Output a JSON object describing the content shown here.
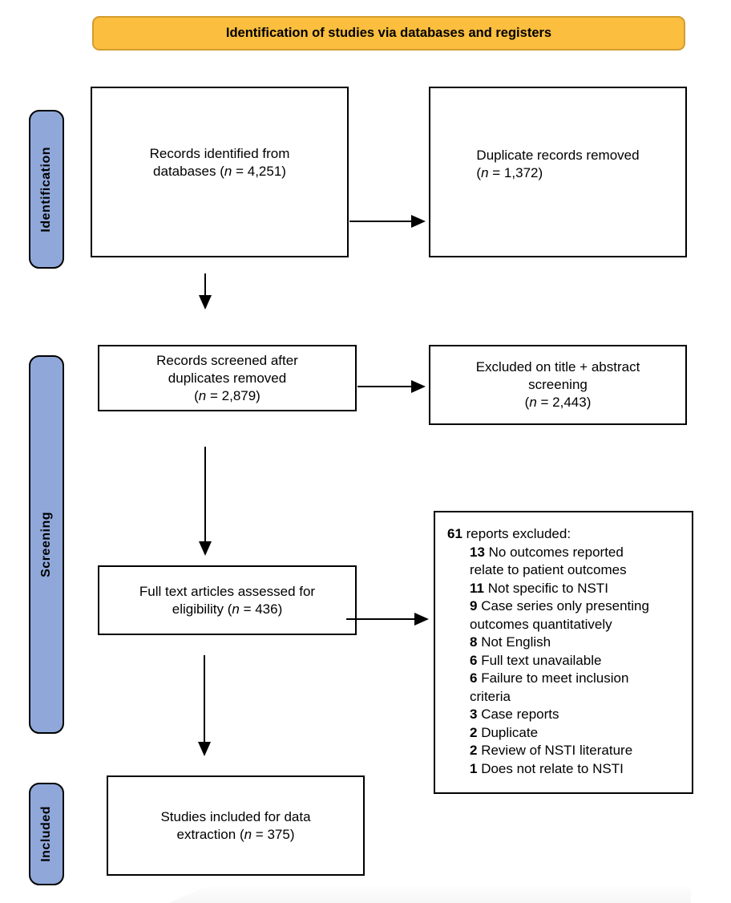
{
  "banner": {
    "title": "Identification of studies via databases and registers"
  },
  "colors": {
    "banner_fill": "#FBBE3E",
    "banner_border": "#D39C2F",
    "stage_fill": "#8FA8D9",
    "box_border": "#000000"
  },
  "stage_labels": {
    "identification": "Identification",
    "screening": "Screening",
    "included": "Included"
  },
  "boxes": {
    "records_identified": {
      "lines": [
        "Records identified from",
        "databases (n = 4,251)"
      ],
      "n": "4,251"
    },
    "duplicates_removed": {
      "lines": [
        "Duplicate records removed",
        "(n = 1,372)"
      ],
      "n": "1,372"
    },
    "records_screened": {
      "lines": [
        "Records screened after",
        "duplicates removed",
        "(n = 2,879)"
      ],
      "n": "2,879"
    },
    "excluded_title_abstract": {
      "lines": [
        "Excluded on title + abstract",
        "screening",
        "(n = 2,443)"
      ],
      "n": "2,443"
    },
    "full_text_assessed": {
      "lines": [
        "Full text articles assessed for",
        "eligibility (n = 436)"
      ],
      "n": "436"
    },
    "reports_excluded": {
      "heading_count": "61",
      "heading_text": " reports excluded:",
      "items": [
        {
          "count": "13",
          "lines": [
            "No outcomes reported",
            "relate to patient outcomes"
          ]
        },
        {
          "count": "11",
          "lines": [
            "Not specific to NSTI"
          ]
        },
        {
          "count": "9",
          "lines": [
            "Case series only presenting",
            "outcomes quantitatively"
          ]
        },
        {
          "count": "8",
          "lines": [
            "Not English"
          ]
        },
        {
          "count": "6",
          "lines": [
            "Full text unavailable"
          ]
        },
        {
          "count": "6",
          "lines": [
            "Failure to meet inclusion",
            "criteria"
          ]
        },
        {
          "count": "3",
          "lines": [
            "Case reports"
          ]
        },
        {
          "count": "2",
          "lines": [
            "Duplicate"
          ]
        },
        {
          "count": "2",
          "lines": [
            "Review of NSTI literature"
          ]
        },
        {
          "count": "1",
          "lines": [
            "Does not relate to NSTI"
          ]
        }
      ]
    },
    "studies_included": {
      "lines": [
        "Studies included for data",
        "extraction (n = 375)"
      ],
      "n": "375"
    }
  }
}
